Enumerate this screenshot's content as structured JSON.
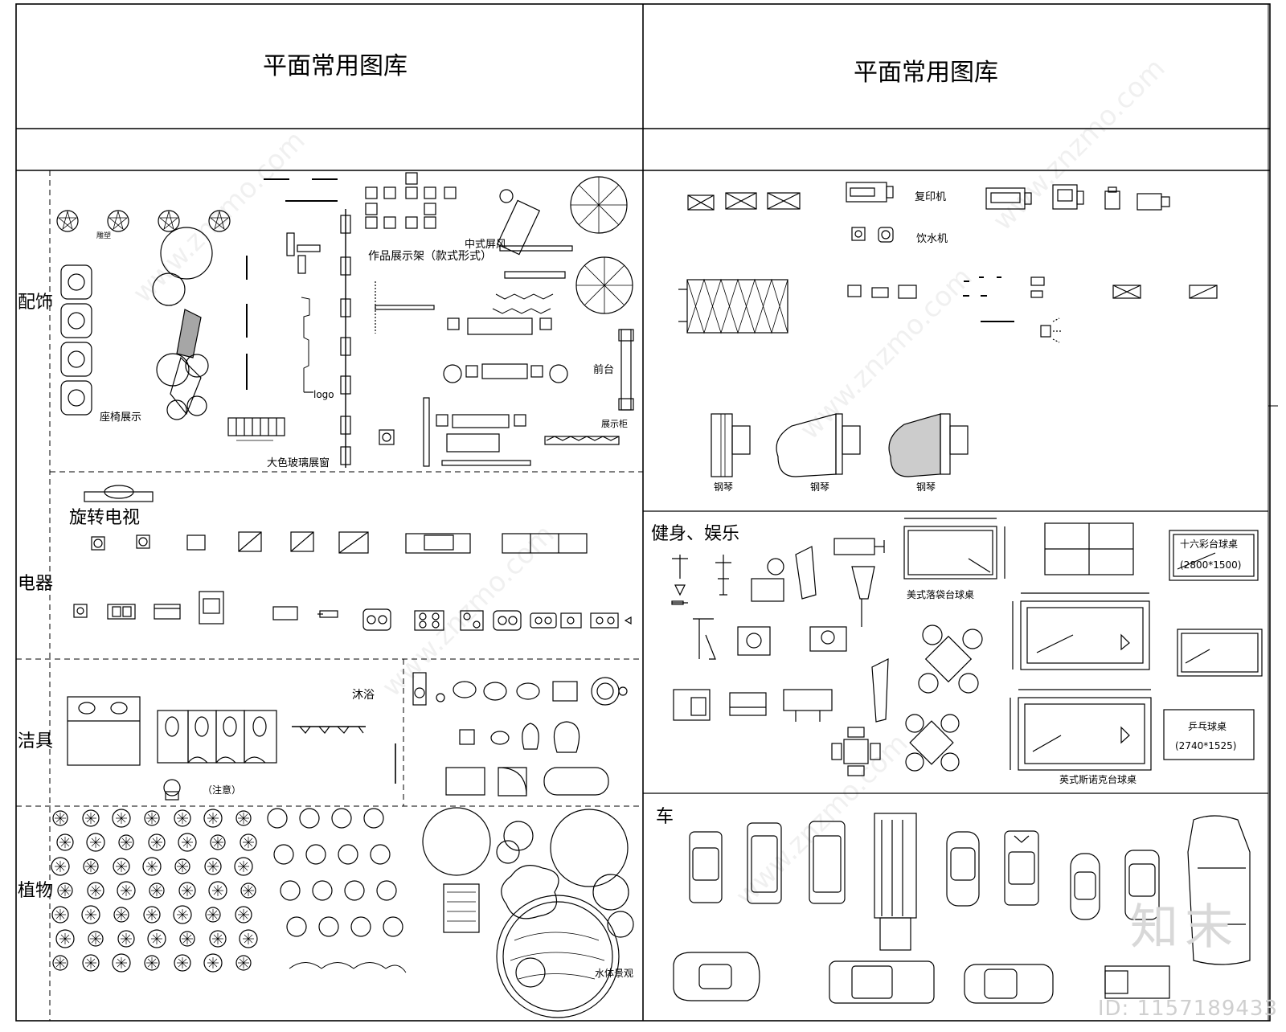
{
  "titles": {
    "left": "平面常用图库",
    "right": "平面常用图库"
  },
  "categories": {
    "decor": "配饰",
    "appliances": "电器",
    "sanitary": "洁具",
    "plants": "植物",
    "fitness": "健身、娱乐",
    "cars": "车"
  },
  "labels": {
    "decor": {
      "display_stand": "作品展示架（款式形式）",
      "tv_rotate": "旋转电视",
      "chinese_screen": "中式屏风",
      "display_cabinet": "展示柜",
      "rope_display": "座椅展示",
      "logo": "logo",
      "black_glass": "大色玻璃展窗",
      "front_desk": "前台",
      "sculpture": "雕塑"
    },
    "office": {
      "copier": "复印机",
      "water_dispenser": "饮水机"
    },
    "pianos": [
      "钢琴",
      "钢琴",
      "钢琴"
    ],
    "sanitary": {
      "shower": "沐浴",
      "note": "（注意）"
    },
    "tables": {
      "american_pool": "美式落袋台球桌",
      "snooker_size": "十六彩台球桌",
      "snooker_dim": "(2800*1500)",
      "pingpong": "乒乓球桌",
      "pingpong_dim": "(2740*1525)",
      "standard_pool": "英式斯诺克台球桌"
    },
    "water": "水体景观"
  },
  "watermark": {
    "text": "www.znzmo.com",
    "brand": "知末",
    "id": "ID: 1157189433"
  }
}
